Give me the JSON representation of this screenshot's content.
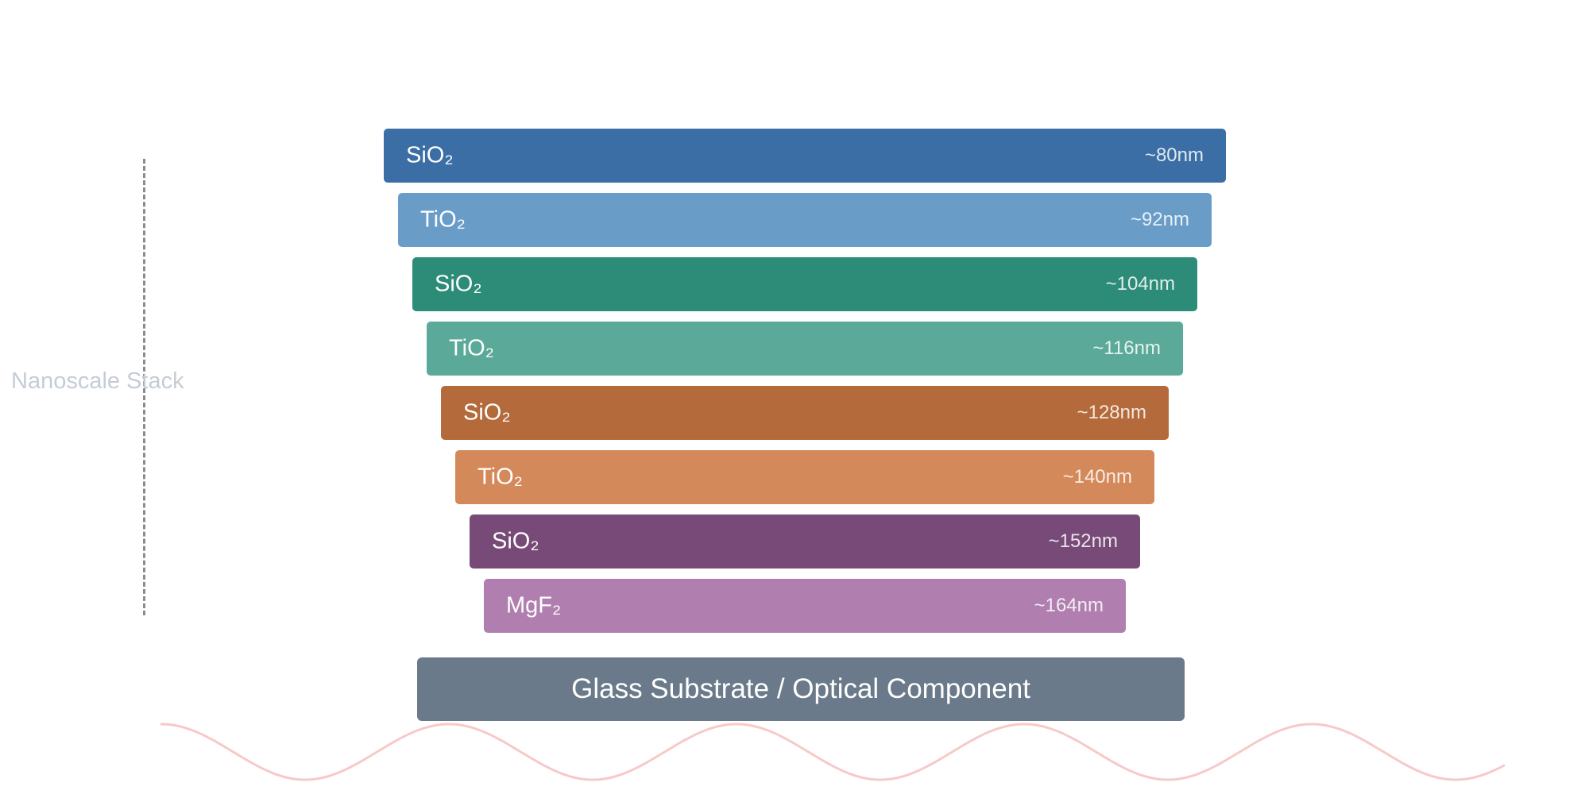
{
  "diagram": {
    "side_label": "Nanoscale Stack",
    "layers": [
      {
        "material": "SiO₂",
        "thickness": "~80nm",
        "color": "#3b6ea5"
      },
      {
        "material": "TiO₂",
        "thickness": "~92nm",
        "color": "#6a9cc8"
      },
      {
        "material": "SiO₂",
        "thickness": "~104nm",
        "color": "#2c8c78"
      },
      {
        "material": "TiO₂",
        "thickness": "~116nm",
        "color": "#5baa99"
      },
      {
        "material": "SiO₂",
        "thickness": "~128nm",
        "color": "#b46a3a"
      },
      {
        "material": "TiO₂",
        "thickness": "~140nm",
        "color": "#d4895a"
      },
      {
        "material": "SiO₂",
        "thickness": "~152nm",
        "color": "#784a78"
      },
      {
        "material": "MgF₂",
        "thickness": "~164nm",
        "color": "#b07fb0"
      }
    ],
    "substrate": {
      "label": "Glass Substrate / Optical Component",
      "color": "#6a7a8a"
    },
    "wave_color": "#f7c9c9"
  }
}
